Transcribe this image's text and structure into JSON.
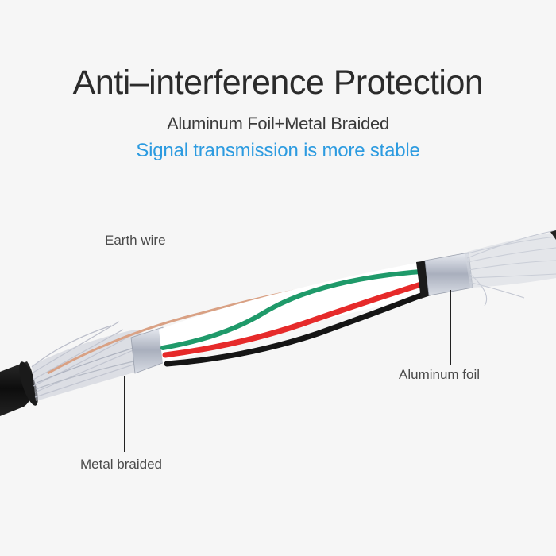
{
  "header": {
    "title": "Anti–interference Protection",
    "subtitle": "Aluminum Foil+Metal Braided",
    "tagline": "Signal transmission is more stable"
  },
  "colors": {
    "background": "#f6f6f6",
    "title": "#2b2b2b",
    "tagline": "#2c9be0",
    "wire_green": "#1f9a6a",
    "wire_red": "#e62a2a",
    "wire_black": "#151515",
    "wire_white": "#ffffff",
    "copper": "#d9a184",
    "jacket": "#141414"
  },
  "callouts": [
    {
      "id": "earth-wire",
      "label": "Earth wire"
    },
    {
      "id": "aluminum-foil",
      "label": "Aluminum foil"
    },
    {
      "id": "metal-braided",
      "label": "Metal braided"
    }
  ]
}
